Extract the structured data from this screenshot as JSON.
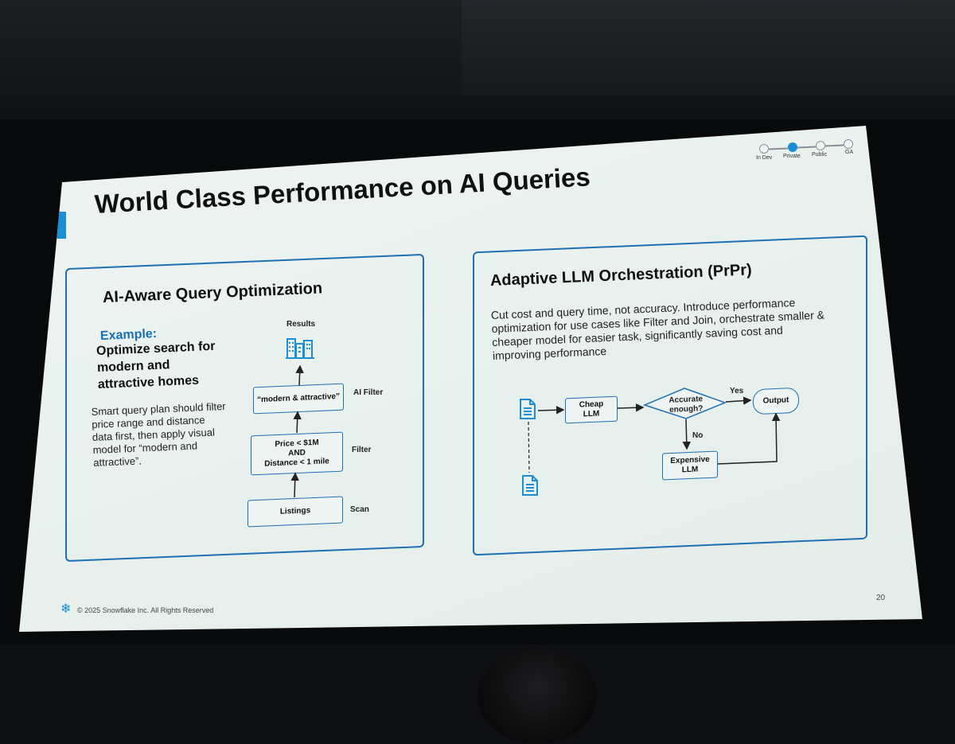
{
  "slide": {
    "title": "World Class Performance on AI Queries",
    "stages": [
      "In Dev",
      "Private",
      "Public",
      "GA"
    ],
    "active_stage": "Private",
    "footer": "© 2025 Snowflake Inc. All Rights Reserved",
    "page_number": "20"
  },
  "left_panel": {
    "title": "AI-Aware Query Optimization",
    "example_label": "Example:",
    "example_text": "Optimize search for modern and attractive homes",
    "body": "Smart query plan should filter price range and distance data first, then apply visual model for “modern and attractive”.",
    "flow": {
      "results_label": "Results",
      "ai_filter_box": "“modern & attractive”",
      "ai_filter_label": "AI Filter",
      "filter_box_line1": "Price < $1M",
      "filter_box_line2": "AND",
      "filter_box_line3": "Distance < 1 mile",
      "filter_label": "Filter",
      "scan_box": "Listings",
      "scan_label": "Scan"
    }
  },
  "right_panel": {
    "title": "Adaptive LLM Orchestration (PrPr)",
    "body": "Cut cost and query time, not accuracy. Introduce performance optimization for use cases like Filter and Join, orchestrate smaller & cheaper model for easier task, significantly saving cost and improving performance",
    "flow": {
      "cheap_line1": "Cheap",
      "cheap_line2": "LLM",
      "decision_line1": "Accurate",
      "decision_line2": "enough?",
      "yes_label": "Yes",
      "no_label": "No",
      "output": "Output",
      "expensive_line1": "Expensive",
      "expensive_line2": "LLM"
    }
  },
  "colors": {
    "accent": "#1a8fd6",
    "panel_border": "#1f6fb5",
    "slide_bg": "#eef4f1"
  }
}
